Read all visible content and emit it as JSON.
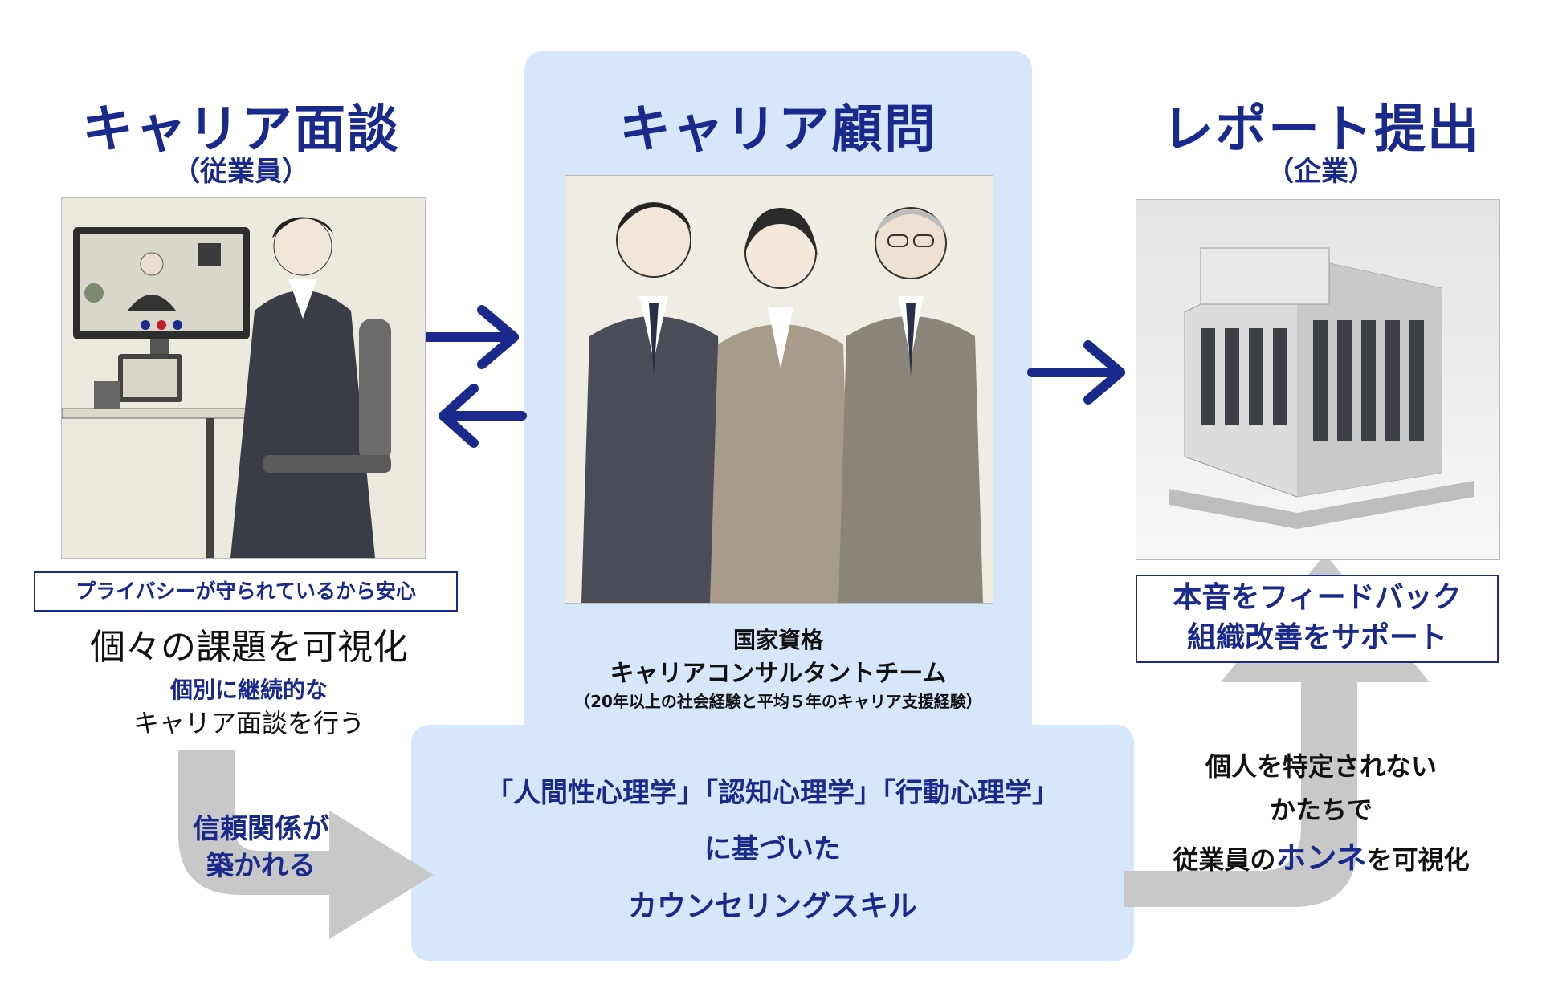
{
  "left": {
    "title": "キャリア面談",
    "subtitle": "（従業員）",
    "badge": "プライバシーが守られているから安心",
    "line1": "個々の課題を可視化",
    "line2": "個別に継続的な",
    "line3": "キャリア面談を行う"
  },
  "center": {
    "title": "キャリア顧問",
    "caption1": "国家資格",
    "caption2": "キャリアコンサルタントチーム",
    "caption3": "（20年以上の社会経験と平均５年のキャリア支援経験）",
    "skill1": "「人間性心理学」「認知心理学」「行動心理学」",
    "skill2": "に基づいた",
    "skill3": "カウンセリングスキル"
  },
  "right": {
    "title": "レポート提出",
    "subtitle": "（企業）",
    "box_line1": "本音をフィードバック",
    "box_line2": "組織改善をサポート",
    "note1": "個人を特定されない",
    "note2": "かたちで",
    "note3_pre": "従業員の",
    "note3_em": "ホンネ",
    "note3_post": "を可視化"
  },
  "trust": {
    "line1": "信頼関係が",
    "line2": "築かれる"
  },
  "colors": {
    "navy": "#1a2a8c",
    "panel": "#d6e6fb",
    "grey_arrow": "#c8c8c8"
  }
}
